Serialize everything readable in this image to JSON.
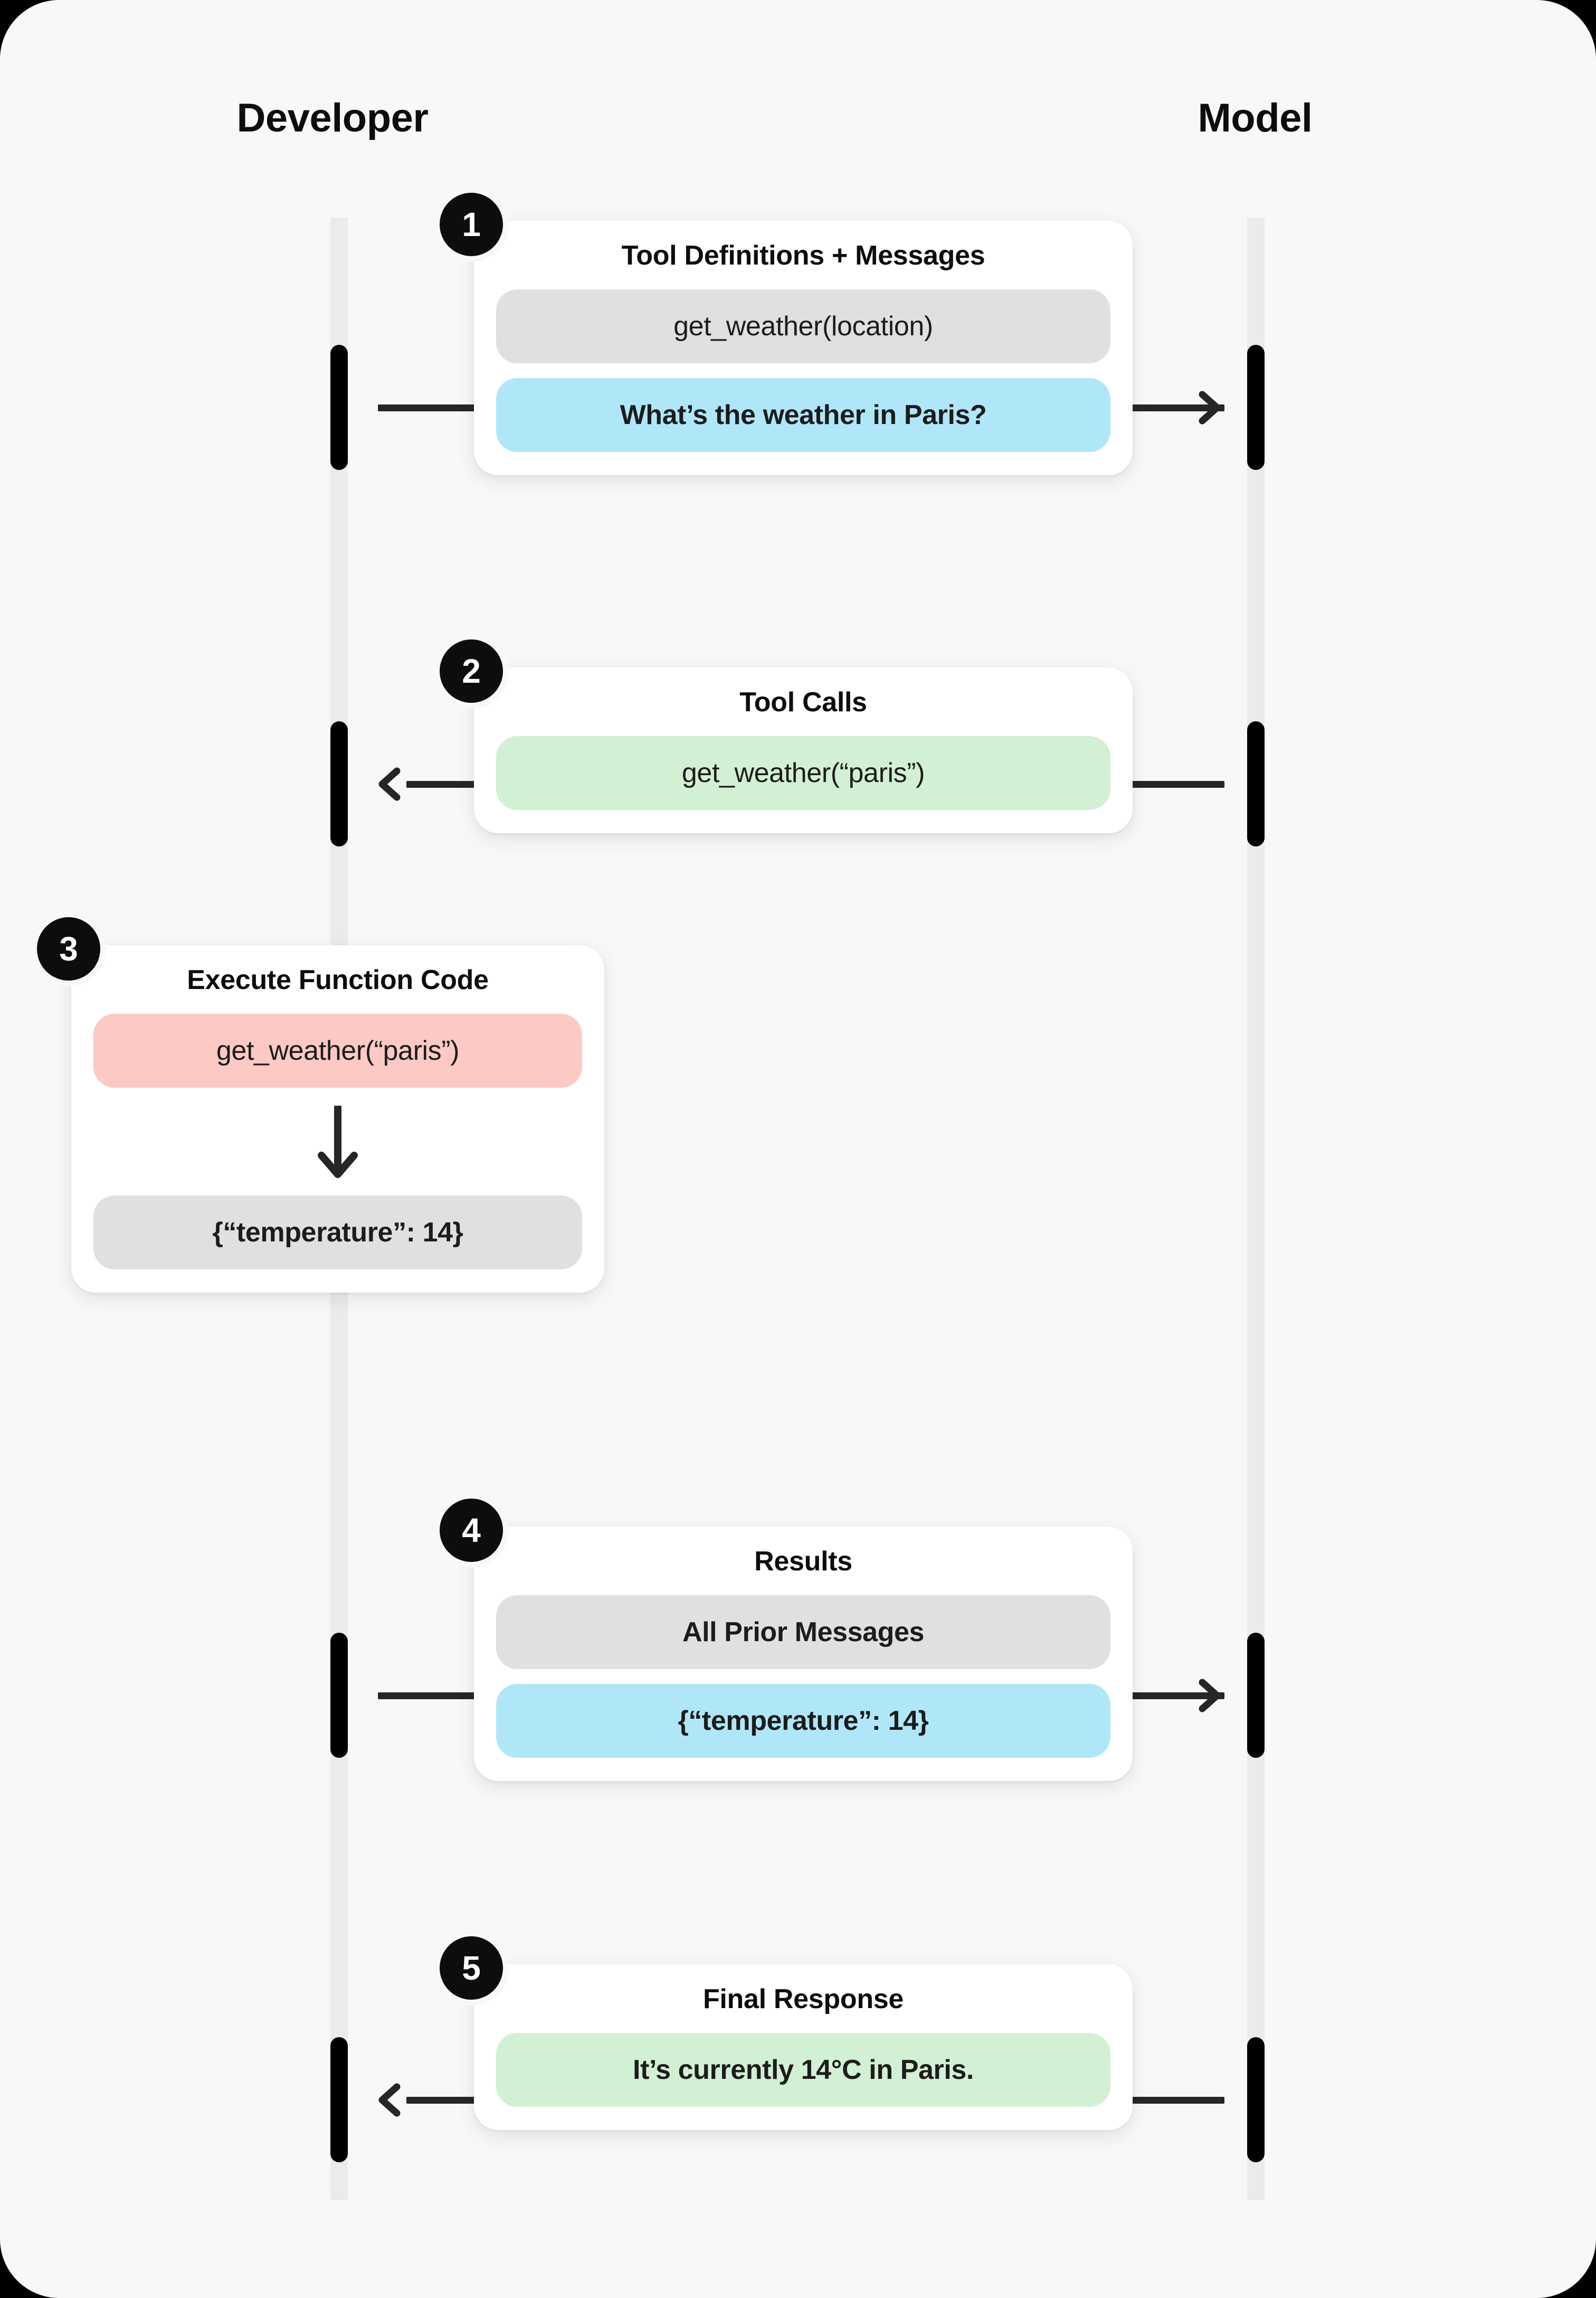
{
  "diagram": {
    "title": "Function calling sequence between Developer and Model",
    "columns": {
      "left_label": "Developer",
      "right_label": "Model"
    },
    "colors": {
      "canvas": "#F7F8F8",
      "lifeline": "#EBEBEB",
      "activation": "#000000",
      "connector": "#262626",
      "card": "#FFFFFF",
      "badge": "#0D0D0D",
      "pill_gray": "#E0E0E0",
      "pill_blue": "#AFE7F8",
      "pill_green": "#D2F0D3",
      "pill_pink": "#FCC9C4"
    },
    "steps": [
      {
        "number": "1",
        "title": "Tool Definitions + Messages",
        "direction": "developer-to-model",
        "arrow_glyph": "→",
        "pills": [
          {
            "text": "get_weather(location)",
            "style": "gray"
          },
          {
            "text": "What’s the weather in Paris?",
            "style": "blue"
          }
        ]
      },
      {
        "number": "2",
        "title": "Tool Calls",
        "direction": "model-to-developer",
        "arrow_glyph": "←",
        "pills": [
          {
            "text": "get_weather(“paris”)",
            "style": "green"
          }
        ]
      },
      {
        "number": "3",
        "title": "Execute Function Code",
        "direction": "developer-internal",
        "arrow_glyph": "↓",
        "pills": [
          {
            "text": "get_weather(“paris”)",
            "style": "pink"
          },
          {
            "text": "{“temperature”: 14}",
            "style": "gray"
          }
        ]
      },
      {
        "number": "4",
        "title": "Results",
        "direction": "developer-to-model",
        "arrow_glyph": "→",
        "pills": [
          {
            "text": "All Prior Messages",
            "style": "gray"
          },
          {
            "text": "{“temperature”: 14}",
            "style": "blue"
          }
        ]
      },
      {
        "number": "5",
        "title": "Final Response",
        "direction": "model-to-developer",
        "arrow_glyph": "←",
        "pills": [
          {
            "text": "It’s currently 14°C in Paris.",
            "style": "green"
          }
        ]
      }
    ]
  }
}
